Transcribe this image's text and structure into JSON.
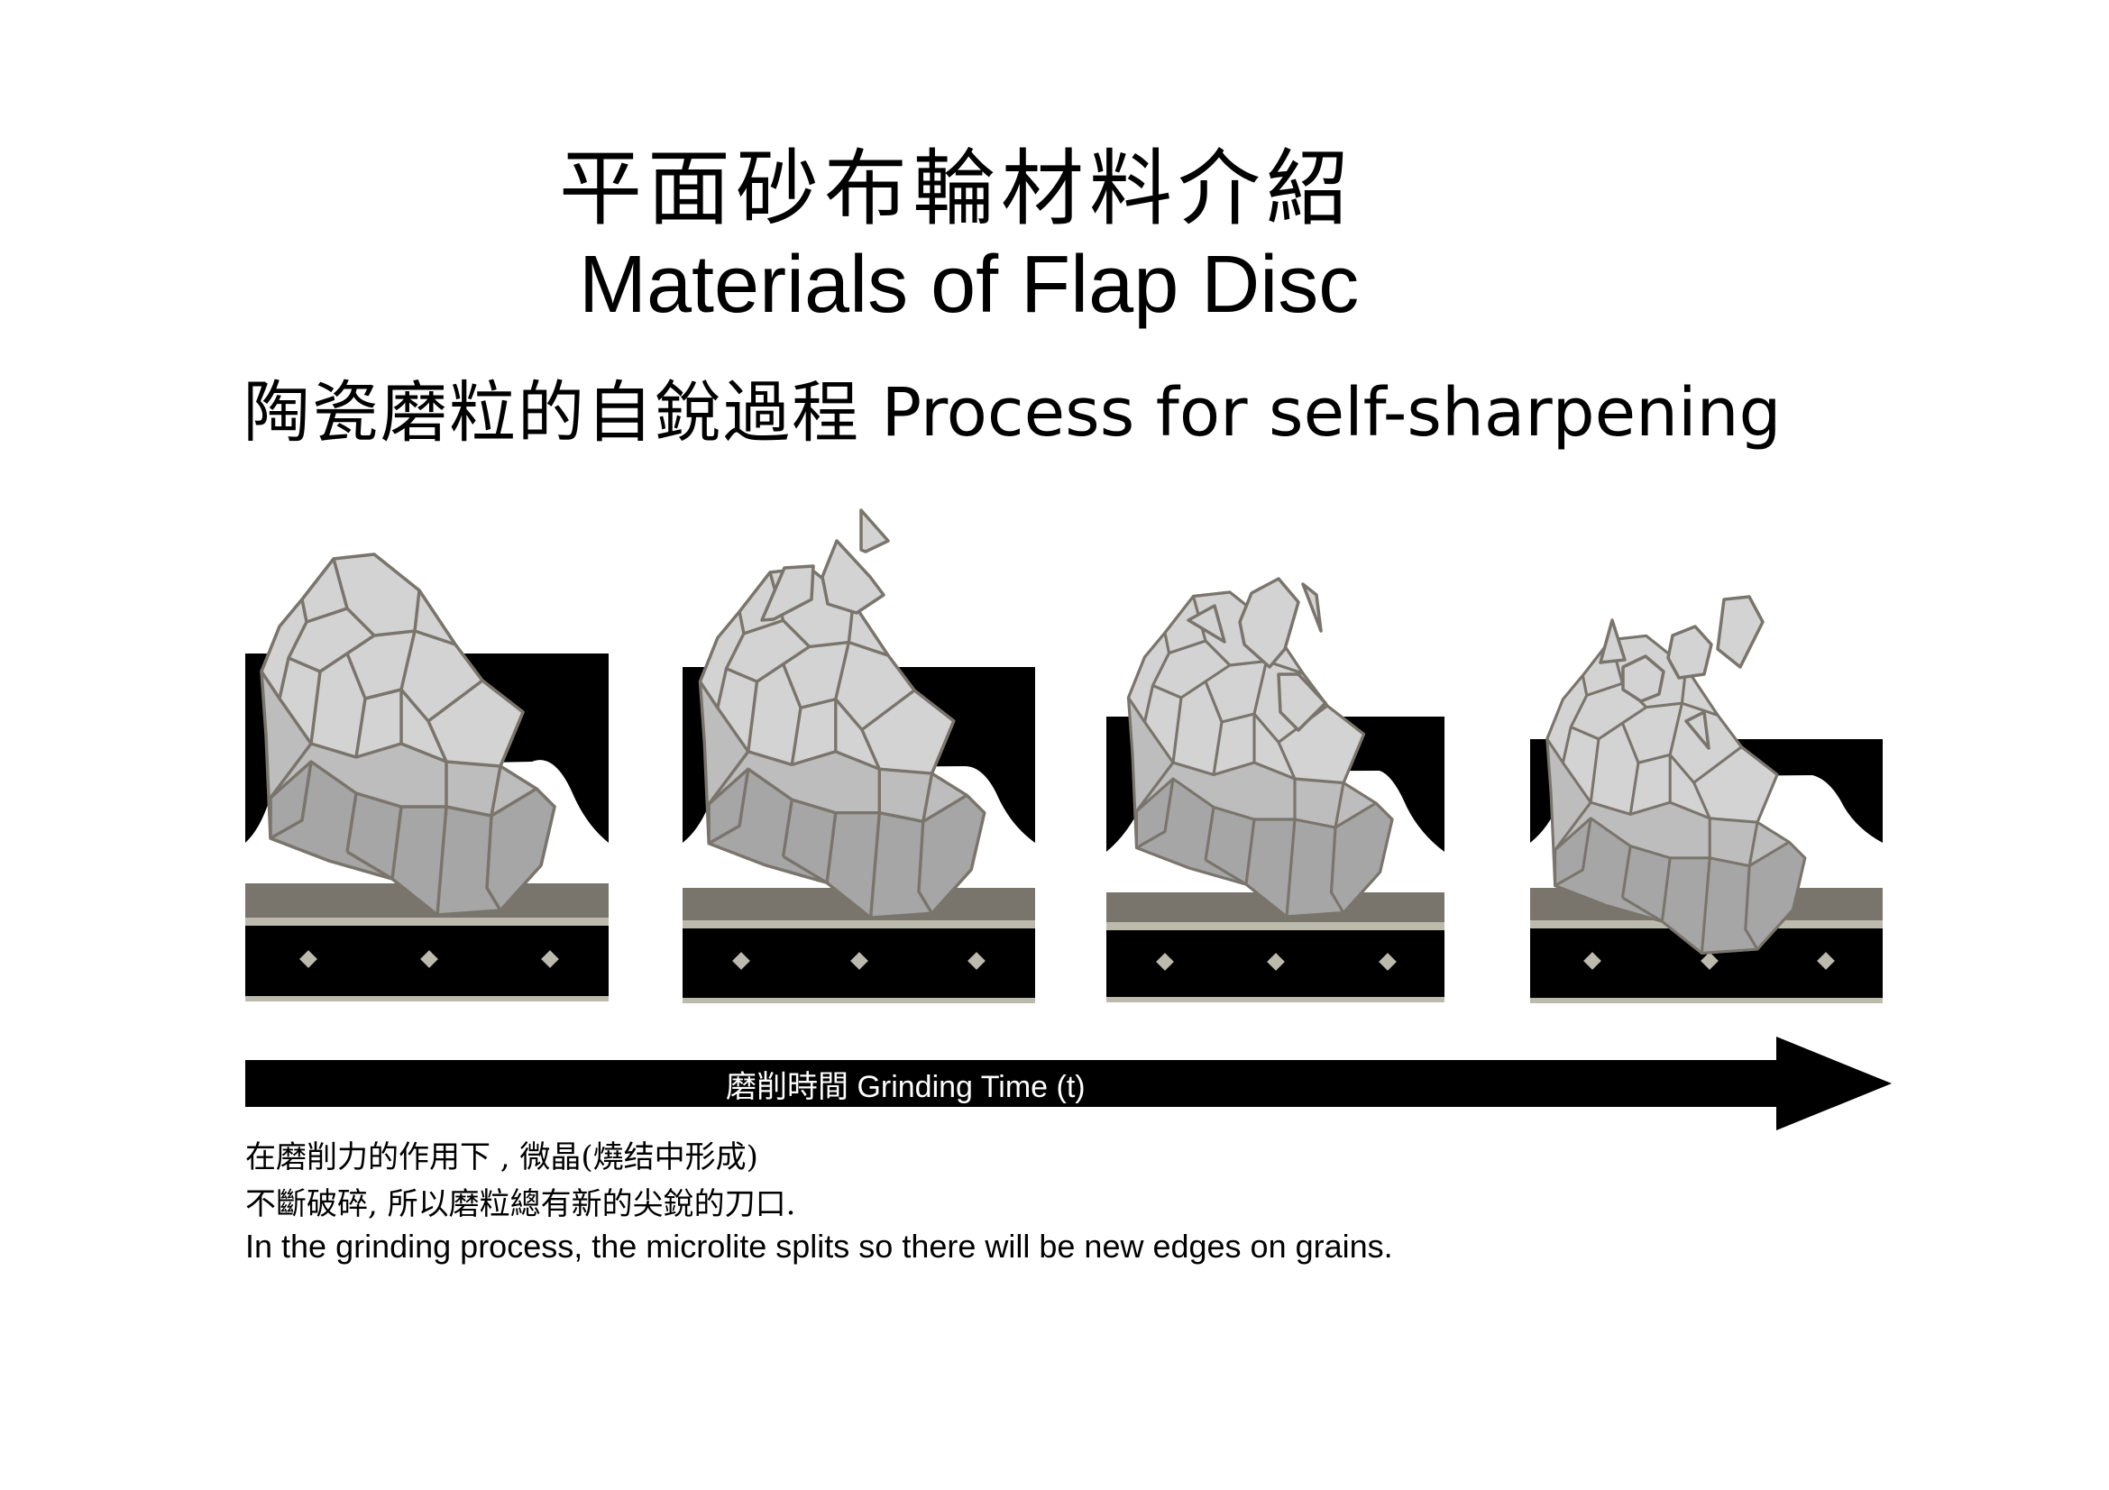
{
  "header": {
    "title_cn": "平面砂布輪材料介紹",
    "title_en": "Materials of Flap Disc",
    "subtitle_cn": "陶瓷磨粒的自銳過程",
    "subtitle_en": "Process for self-sharpening"
  },
  "timeline": {
    "label": "磨削時間 Grinding Time (t)"
  },
  "stages": [
    {
      "name": "stage-1",
      "flying_fragments": 0
    },
    {
      "name": "stage-2",
      "flying_fragments": 3
    },
    {
      "name": "stage-3",
      "flying_fragments": 4
    },
    {
      "name": "stage-4",
      "flying_fragments": 5
    }
  ],
  "caption": {
    "cn_line1": "在磨削力的作用下 , 微晶(燒结中形成)",
    "cn_line2": "不斷破碎, 所以磨粒總有新的尖銳的刀口.",
    "en": "In the grinding process, the microlite splits so there will be new edges on grains."
  },
  "colors": {
    "grain_light": "#d3d3d3",
    "grain_mid": "#bdbdbd",
    "grain_dark": "#a6a6a6",
    "grain_stroke": "#7a756c",
    "backing_brown": "#7a756c",
    "backing_stripe": "#bcb9ad",
    "resin_black": "#000000",
    "diamond_fill": "#bcb9ad"
  }
}
